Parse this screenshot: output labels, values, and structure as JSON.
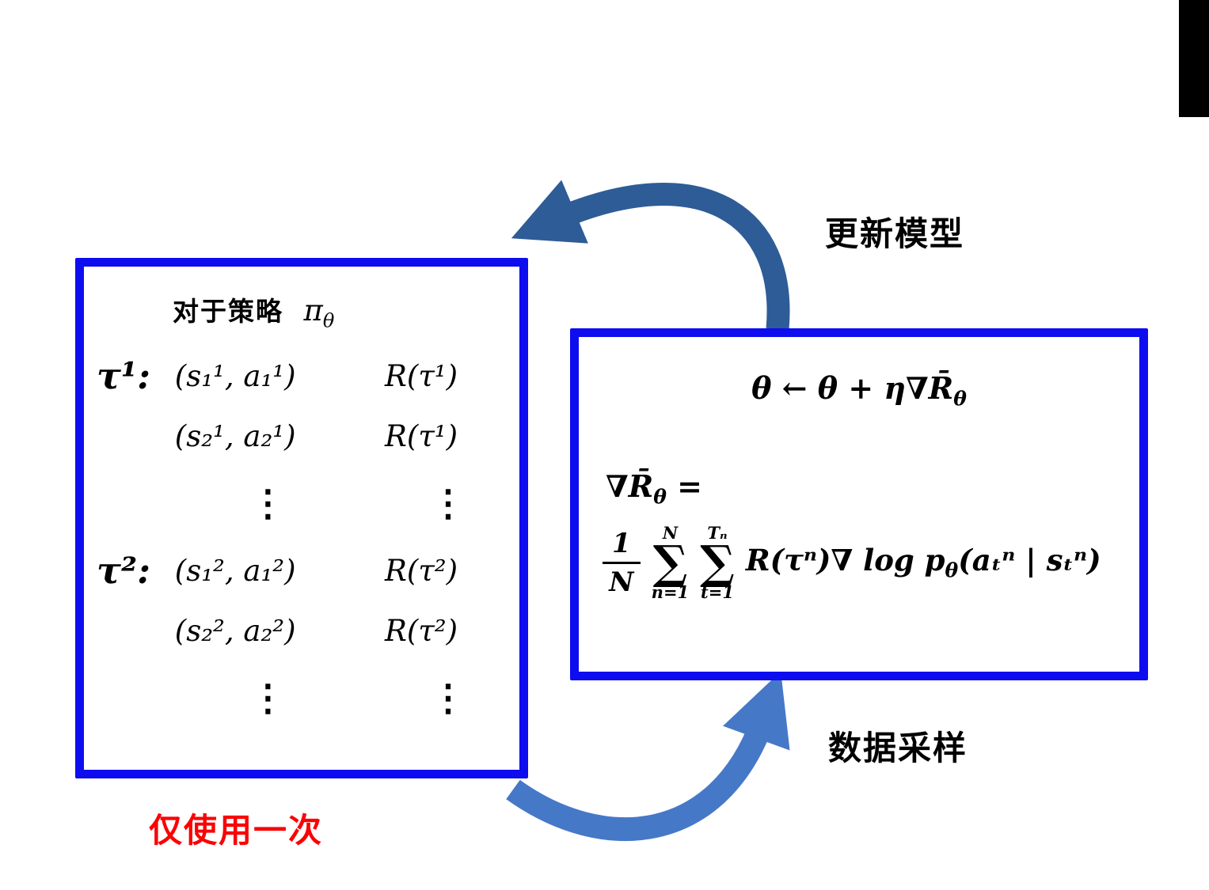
{
  "labels": {
    "update_model": "更新模型",
    "data_sampling": "数据采样",
    "use_once": "仅使用一次"
  },
  "left_box": {
    "title": {
      "prefix": "对于策略",
      "pi": "π",
      "pi_sub": "θ"
    },
    "rows": [
      {
        "tau": "τ¹:",
        "pair": "(s₁¹, a₁¹)",
        "reward": "R(τ¹)"
      },
      {
        "tau": "",
        "pair": "(s₂¹, a₂¹)",
        "reward": "R(τ¹)"
      },
      {
        "tau": "",
        "pair": "⋮",
        "reward": "⋮"
      },
      {
        "tau": "τ²:",
        "pair": "(s₁², a₁²)",
        "reward": "R(τ²)"
      },
      {
        "tau": "",
        "pair": "(s₂², a₂²)",
        "reward": "R(τ²)"
      },
      {
        "tau": "",
        "pair": "⋮",
        "reward": "⋮"
      }
    ]
  },
  "right_box": {
    "eq1": {
      "pre": "θ ← θ + η∇",
      "rbar": "R̄",
      "sub": "θ"
    },
    "eq2": {
      "pre": "∇",
      "rbar": "R̄",
      "sub": "θ",
      "eq": " ="
    },
    "eq3": {
      "num": "1",
      "den": "N",
      "sigma": "∑",
      "sum1_top": "N",
      "sum1_bot": "n=1",
      "sum2_top": "Tₙ",
      "sum2_bot": "t=1",
      "tail1": "R(τⁿ)∇ log p",
      "tail_sub": "θ",
      "tail2": "(aₜⁿ | sₜⁿ)"
    }
  },
  "colors": {
    "box_border": "#0d0df0",
    "arrow_update": "#2e5c97",
    "arrow_sample": "#4678c8",
    "use_once_text": "#fb0205"
  }
}
